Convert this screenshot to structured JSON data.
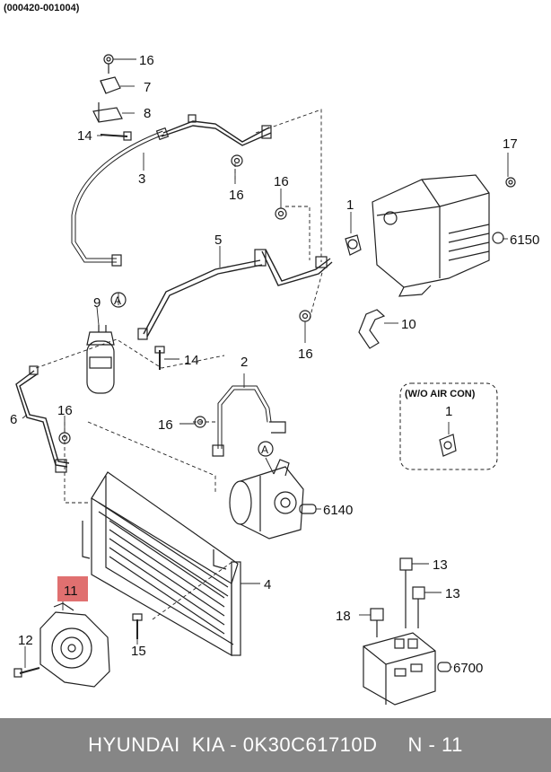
{
  "header": {
    "code": "(000420-001004)"
  },
  "callouts": {
    "c16a": "16",
    "c7": "7",
    "c8": "8",
    "c14a": "14",
    "c3": "3",
    "c16b": "16",
    "c16c": "16",
    "c1": "1",
    "c17": "17",
    "c6150": "6150",
    "c5": "5",
    "c9": "9",
    "cA1": "A",
    "c10": "10",
    "c16d": "16",
    "c14b": "14",
    "c2": "2",
    "c6": "6",
    "c16e": "16",
    "c16f": "16",
    "cA2": "A",
    "c6140": "6140",
    "c4": "4",
    "c11": "11",
    "c12": "12",
    "c15": "15",
    "c13a": "13",
    "c13b": "13",
    "c18": "18",
    "c6700": "6700",
    "note_label": "(W/O AIR CON)",
    "note_part": "1"
  },
  "highlight_color": "#e07070",
  "footer": {
    "brand": "HYUNDAI  KIA - 0K30C61710D",
    "page": "N - 11"
  }
}
